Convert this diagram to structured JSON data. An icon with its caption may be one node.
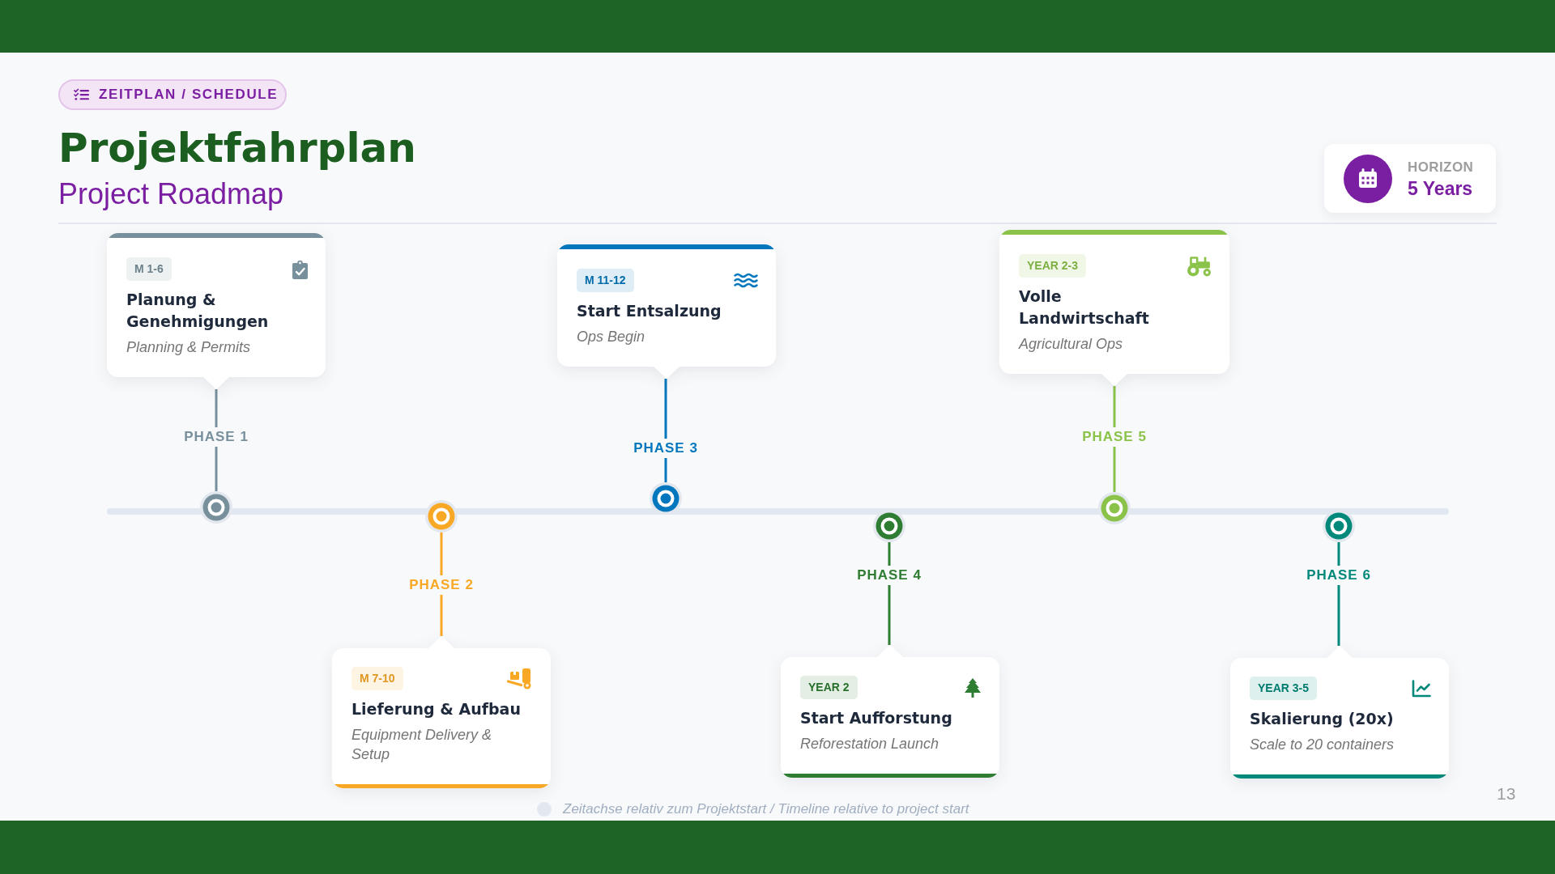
{
  "diagram": {
    "title": "Projektfahrplan",
    "nodes": [
      {
        "text": [
          "ZEITPLAN / SCHEDULE"
        ]
      },
      {
        "text": [
          "HORIZON",
          "5 Years"
        ]
      },
      {
        "text": [
          "M 1-6",
          "Planung & Genehmigungen",
          "Planning & Permits"
        ]
      },
      {
        "text": [
          "M 7-10",
          "Lieferung & Aufbau",
          "Equipment Delivery & Setup"
        ]
      },
      {
        "text": [
          "M 11-12",
          "Start Entsalzung",
          "Ops Begin"
        ]
      },
      {
        "text": [
          "YEAR 2",
          "Start Aufforstung",
          "Reforestation Launch"
        ]
      },
      {
        "text": [
          "YEAR 2-3",
          "Volle Landwirtschaft",
          "Agricultural Ops"
        ]
      },
      {
        "text": [
          "YEAR 3-5",
          "Skalierung (20x)",
          "Scale to 20 containers"
        ]
      },
      {
        "text": [],
        "shape": "circle"
      },
      {
        "text": [],
        "shape": "circle"
      },
      {
        "text": [],
        "shape": "circle"
      },
      {
        "text": [],
        "shape": "circle"
      },
      {
        "text": [],
        "shape": "circle"
      },
      {
        "text": [],
        "shape": "circle"
      }
    ],
    "edges": [
      {
        "from": 8,
        "to": 2,
        "arrow": "none",
        "label": "PHASE 1",
        "color": "#78909c"
      },
      {
        "from": 9,
        "to": 3,
        "arrow": "none",
        "label": "PHASE 2",
        "color": "#f9a825"
      },
      {
        "from": 10,
        "to": 4,
        "arrow": "none",
        "label": "PHASE 3",
        "color": "#0277bd"
      },
      {
        "from": 11,
        "to": 5,
        "arrow": "none",
        "label": "PHASE 4",
        "color": "#2e7d32"
      },
      {
        "from": 12,
        "to": 6,
        "arrow": "none",
        "label": "PHASE 5",
        "color": "#8bc34a"
      },
      {
        "from": 13,
        "to": 7,
        "arrow": "none",
        "label": "PHASE 6",
        "color": "#00897b"
      }
    ],
    "labels": [
      "Project Roadmap",
      "Zeitachse relativ zum Projektstart / Timeline relative to project start",
      "13"
    ]
  }
}
